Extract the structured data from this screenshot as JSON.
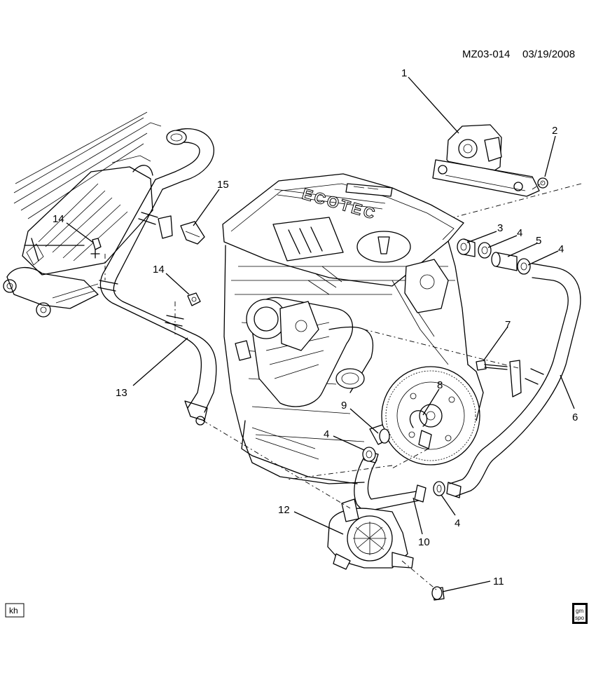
{
  "header": {
    "ref_code": "MZ03-014",
    "date": "03/19/2008"
  },
  "cover_text": "ECOTEC",
  "corner_badge": "kh",
  "logo": {
    "icon": "gm-spo-logo-icon",
    "line1": "gm",
    "line2": "spo"
  },
  "callouts": [
    {
      "id": "1",
      "label": "1"
    },
    {
      "id": "2",
      "label": "2"
    },
    {
      "id": "3",
      "label": "3"
    },
    {
      "id": "4a",
      "label": "4"
    },
    {
      "id": "5",
      "label": "5"
    },
    {
      "id": "4b",
      "label": "4"
    },
    {
      "id": "15",
      "label": "15"
    },
    {
      "id": "14a",
      "label": "14"
    },
    {
      "id": "14b",
      "label": "14"
    },
    {
      "id": "13",
      "label": "13"
    },
    {
      "id": "7",
      "label": "7"
    },
    {
      "id": "8",
      "label": "8"
    },
    {
      "id": "9",
      "label": "9"
    },
    {
      "id": "4c",
      "label": "4"
    },
    {
      "id": "6",
      "label": "6"
    },
    {
      "id": "12",
      "label": "12"
    },
    {
      "id": "10",
      "label": "10"
    },
    {
      "id": "4d",
      "label": "4"
    },
    {
      "id": "11",
      "label": "11"
    }
  ]
}
